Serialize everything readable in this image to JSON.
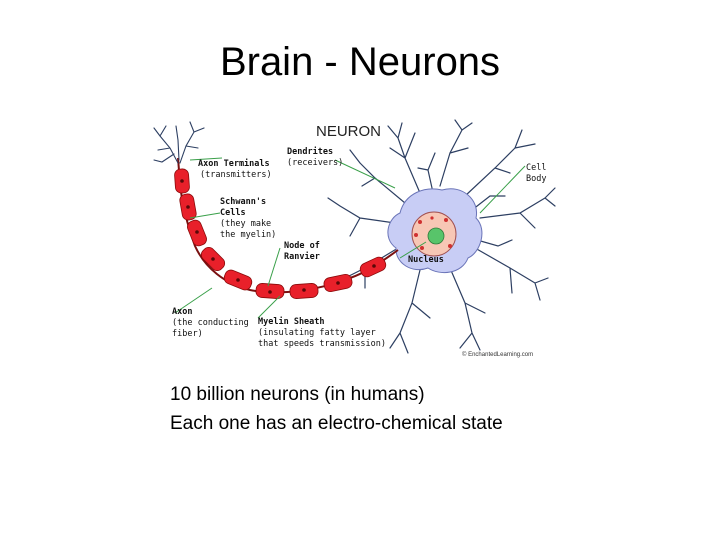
{
  "slide": {
    "title": "Brain - Neurons",
    "lines": [
      "10 billion neurons (in humans)",
      "Each one has an electro-chemical state"
    ]
  },
  "diagram": {
    "title": "NEURON",
    "labels": {
      "dendrites": [
        "Dendrites",
        "(receivers)"
      ],
      "axon_terminals": [
        "Axon Terminals",
        "(transmitters)"
      ],
      "cell_body": [
        "Cell",
        "Body"
      ],
      "schwann_cells": [
        "Schwann's",
        "Cells",
        "(they make",
        "the myelin)"
      ],
      "node_of_ranvier": [
        "Node of",
        "Ranvier"
      ],
      "nucleus": "Nucleus",
      "axon": [
        "Axon",
        "(the conducting",
        "fiber)"
      ],
      "myelin_sheath": [
        "Myelin Sheath",
        "(insulating fatty layer",
        "that speeds transmission)"
      ],
      "credit": "© EnchantedLearning.com"
    },
    "colors": {
      "myelin": "#e8202a",
      "cell_body": "#c8cdf5",
      "nucleus": "#f7c7b5",
      "nucleolus": "#58c46a",
      "dendrite": "#2d3f62",
      "leader": "#3aa04a"
    }
  }
}
